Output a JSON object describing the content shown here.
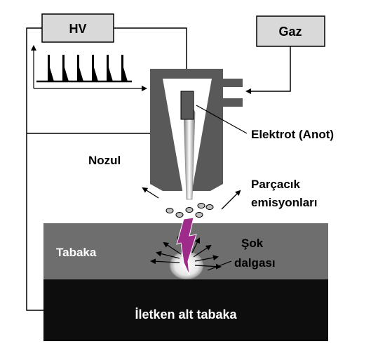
{
  "labels": {
    "hv": "HV",
    "gas": "Gaz",
    "electrode": "Elektrot (Anot)",
    "nozzle": "Nozul",
    "particle_emission_line1": "Parçacık",
    "particle_emission_line2": "emisyonları",
    "layer": "Tabaka",
    "shock_line1": "Şok",
    "shock_line2": "dalgası",
    "substrate": "İletken alt tabaka"
  },
  "colors": {
    "box_fill": "#d9d9d9",
    "nozzle": "#595959",
    "layer": "#6e6e6e",
    "substrate": "#0d0d0d",
    "spark": "#9e2b8a",
    "line": "#000000"
  }
}
